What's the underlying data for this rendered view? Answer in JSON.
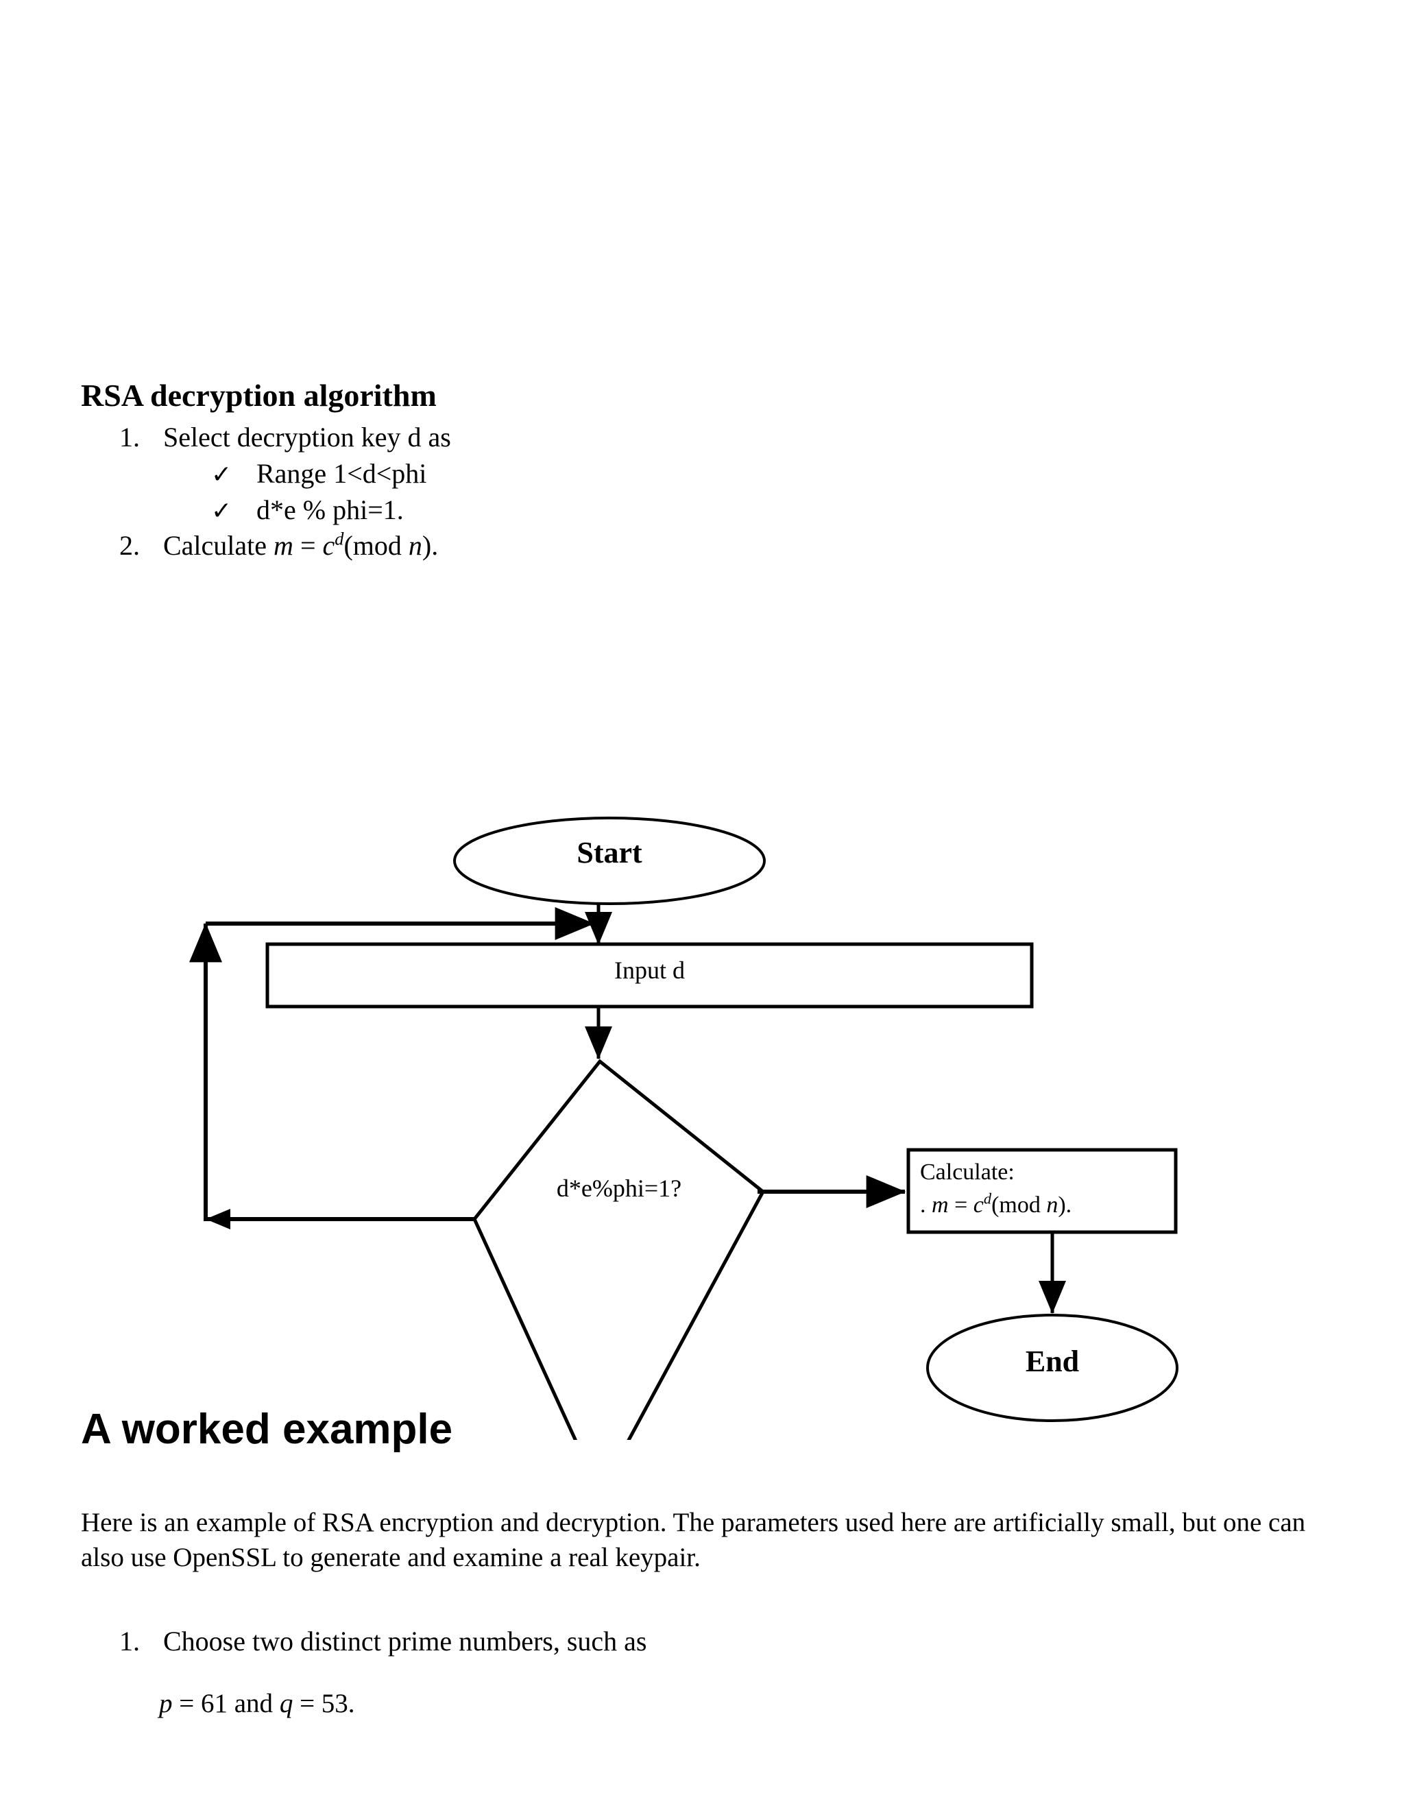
{
  "document": {
    "section1": {
      "heading": "RSA decryption algorithm",
      "items": [
        {
          "marker": "1.",
          "text": "Select decryption key d as"
        },
        {
          "marker": "✓",
          "text": "Range 1<d<phi",
          "level": 2
        },
        {
          "marker": "✓",
          "text": "d*e % phi=1.",
          "level": 2
        },
        {
          "marker": "2.",
          "text_pre": "Calculate ",
          "math_m": "m",
          "math_eq": " = ",
          "math_c": "c",
          "math_exp": "d",
          "math_tail_pre": "(mod ",
          "math_n": "n",
          "math_tail_post": ")."
        }
      ]
    },
    "flowchart": {
      "start_label": "Start",
      "input_label": "Input d",
      "decision_label": "d*e%phi=1?",
      "calculate_label_line1": "Calculate:",
      "calculate_prefix": ". ",
      "calculate_m": "m",
      "calculate_eq": " = ",
      "calculate_c": "c",
      "calculate_exp": "d",
      "calculate_mod_open": "(mod ",
      "calculate_n": "n",
      "calculate_close": ").",
      "end_label": "End",
      "stroke_color": "#000000"
    },
    "section2": {
      "heading": "A worked example",
      "paragraph": "Here is an example of RSA encryption and decryption. The parameters used here are artificially small, but one can also use OpenSSL to generate and examine a real keypair.",
      "list": [
        {
          "marker": "1.",
          "text": "Choose two distinct prime numbers, such as"
        }
      ],
      "pq_p": "p",
      "pq_mid": " = 61 and ",
      "pq_q": "q",
      "pq_tail": " = 53."
    }
  }
}
